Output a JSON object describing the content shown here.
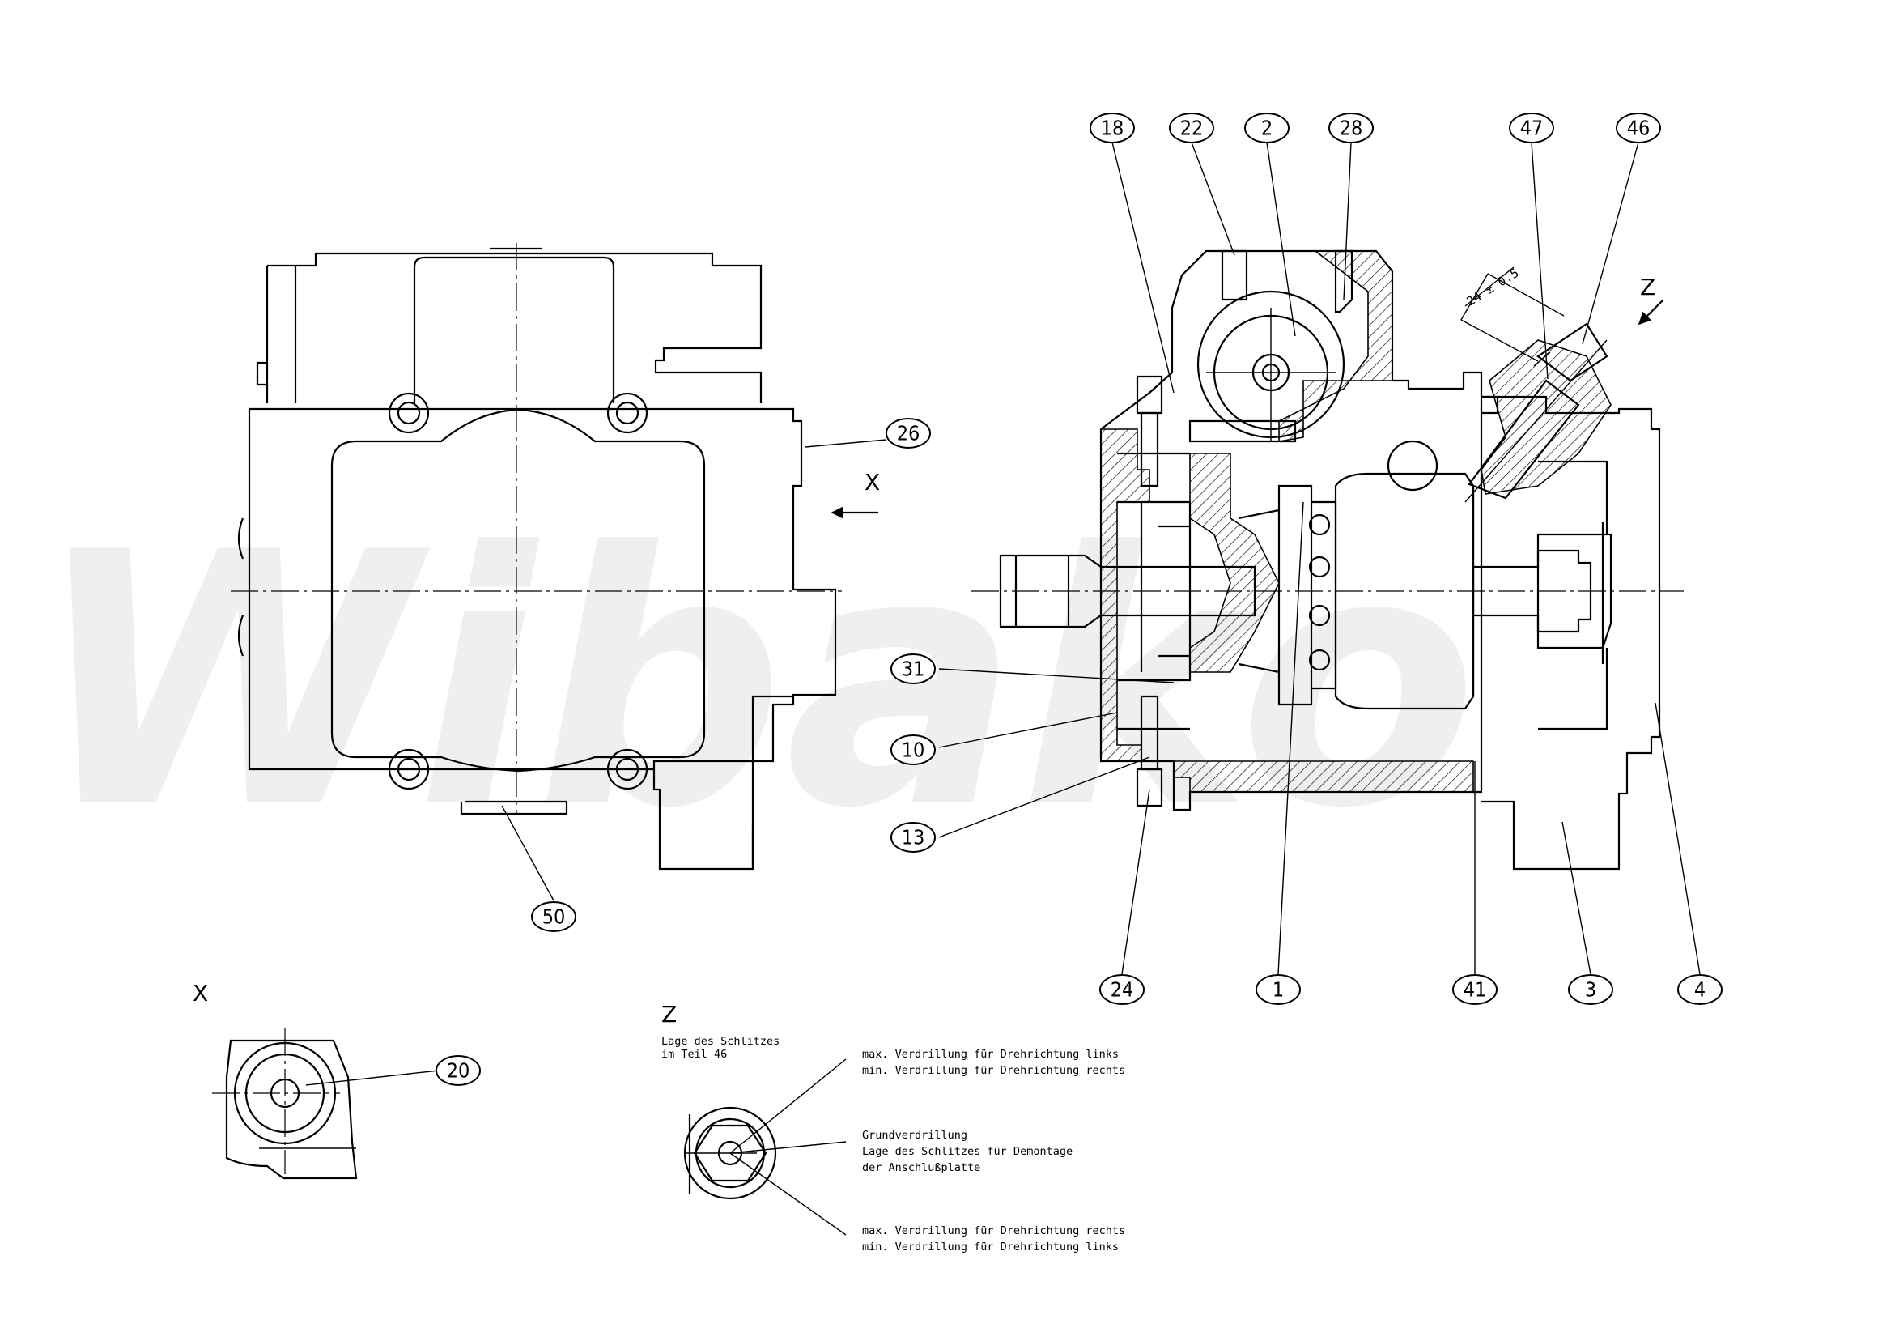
{
  "watermark": "Wibako",
  "view_labels": {
    "x_top": "X",
    "z_top": "Z",
    "x_detail": "X",
    "z_detail": "Z"
  },
  "dimension": "24 ± 0.5",
  "callouts": [
    {
      "id": "c18",
      "label": "18"
    },
    {
      "id": "c22",
      "label": "22"
    },
    {
      "id": "c2",
      "label": "2"
    },
    {
      "id": "c28",
      "label": "28"
    },
    {
      "id": "c47",
      "label": "47"
    },
    {
      "id": "c46",
      "label": "46"
    },
    {
      "id": "c26",
      "label": "26"
    },
    {
      "id": "c31",
      "label": "31"
    },
    {
      "id": "c10",
      "label": "10"
    },
    {
      "id": "c13",
      "label": "13"
    },
    {
      "id": "c50",
      "label": "50"
    },
    {
      "id": "c24",
      "label": "24"
    },
    {
      "id": "c1",
      "label": "1"
    },
    {
      "id": "c41",
      "label": "41"
    },
    {
      "id": "c3",
      "label": "3"
    },
    {
      "id": "c4",
      "label": "4"
    },
    {
      "id": "c20",
      "label": "20"
    }
  ],
  "z_detail_caption": [
    "Lage des Schlitzes",
    "im Teil 46"
  ],
  "notes": {
    "top": [
      "max. Verdrillung für Drehrichtung links",
      "min. Verdrillung für Drehrichtung rechts"
    ],
    "middle": [
      "Grundverdrillung",
      "Lage des Schlitzes für Demontage",
      "der Anschlußplatte"
    ],
    "bottom": [
      "max. Verdrillung für Drehrichtung rechts",
      "min. Verdrillung für Drehrichtung links"
    ]
  }
}
